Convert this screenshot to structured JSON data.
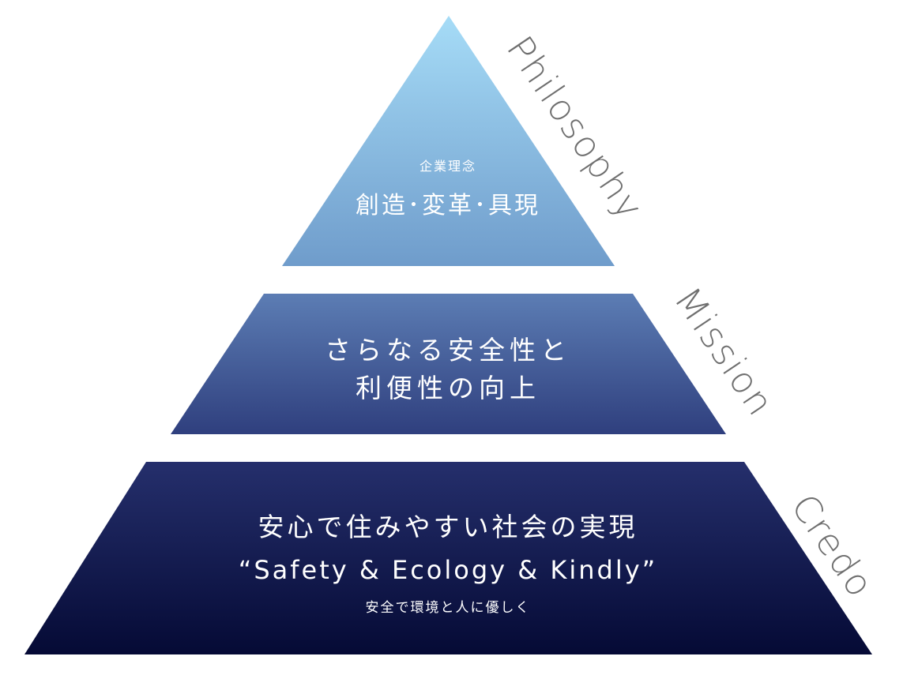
{
  "tiers": [
    {
      "id": "philosophy",
      "side_label": "Philosophy",
      "small_label": "企業理念",
      "main_text": "創造･変革･具現",
      "gradient": [
        "#a6dcf7",
        "#6f9ccb"
      ]
    },
    {
      "id": "mission",
      "side_label": "Mission",
      "line1": "さらなる安全性と",
      "line2": "利便性の向上",
      "gradient": [
        "#5c7db4",
        "#2f3f7e"
      ]
    },
    {
      "id": "credo",
      "side_label": "Credo",
      "line1": "安心で住みやすい社会の実現",
      "line2": "“Safety & Ecology & Kindly”",
      "line3": "安全で環境と人に優しく",
      "gradient": [
        "#252f6c",
        "#050a35"
      ]
    }
  ]
}
